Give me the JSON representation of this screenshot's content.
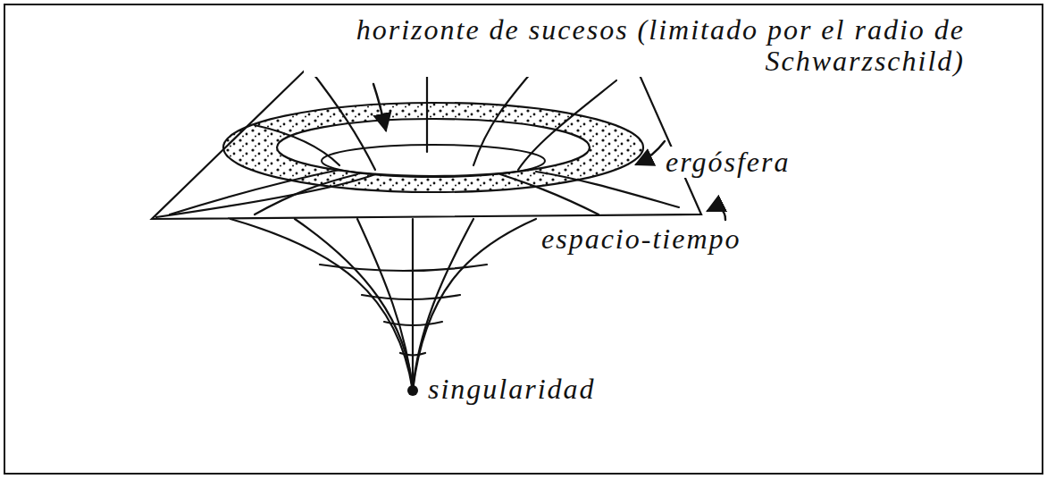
{
  "diagram": {
    "labels": [
      "horizonte de sucesos (limitado por el radio de Schwarzschild)",
      "ergósfera",
      "espacio-tiempo",
      "singularidad"
    ]
  }
}
